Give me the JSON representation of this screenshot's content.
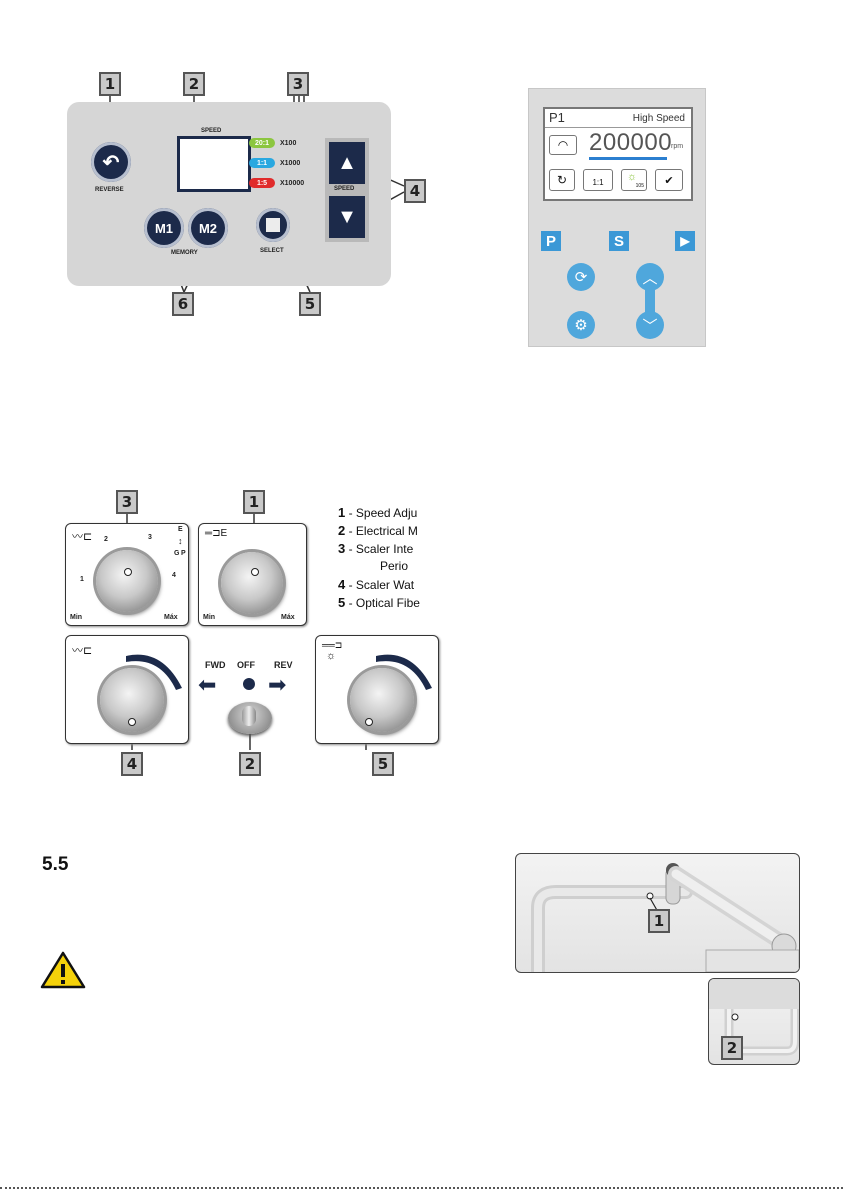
{
  "panel1": {
    "callouts": [
      "1",
      "2",
      "3",
      "4",
      "5",
      "6"
    ],
    "reverse_label": "REVERSE",
    "speed_title": "SPEED",
    "ratios": [
      {
        "ratio": "20:1",
        "multiplier": "X100",
        "color": "#8cc63f"
      },
      {
        "ratio": "1:1",
        "multiplier": "X1000",
        "color": "#29a8e0"
      },
      {
        "ratio": "1:5",
        "multiplier": "X10000",
        "color": "#e02b2b"
      }
    ],
    "speed_label": "SPEED",
    "m1": "M1",
    "m2": "M2",
    "memory_label": "MEMORY",
    "select_label": "SELECT",
    "up_arrow": "▲",
    "down_arrow": "▼"
  },
  "panel2": {
    "program": "P1",
    "mode": "High Speed",
    "speed_value": "200000",
    "unit": "rpm",
    "ratio": "1:1",
    "light_value": "105",
    "buttons": {
      "p": "P",
      "s": "S",
      "play": "▶"
    }
  },
  "knobs": {
    "callouts": [
      "3",
      "1",
      "4",
      "2",
      "5"
    ],
    "scaler_scale": [
      "2",
      "3",
      "1",
      "4"
    ],
    "perio_letters": [
      "E",
      "G",
      "P"
    ],
    "min": "Min",
    "max": "Máx",
    "fwd": "FWD",
    "off": "OFF",
    "rev": "REV"
  },
  "legend": [
    {
      "num": "1",
      "text": "Speed Adju"
    },
    {
      "num": "2",
      "text": "Electrical M"
    },
    {
      "num": "3",
      "text": "Scaler Inte"
    },
    {
      "num": "",
      "text": "Perio"
    },
    {
      "num": "4",
      "text": "Scaler Wat"
    },
    {
      "num": "5",
      "text": "Optical Fibe"
    }
  ],
  "section": {
    "number": "5.5"
  },
  "photo_callouts": [
    "1",
    "2"
  ]
}
